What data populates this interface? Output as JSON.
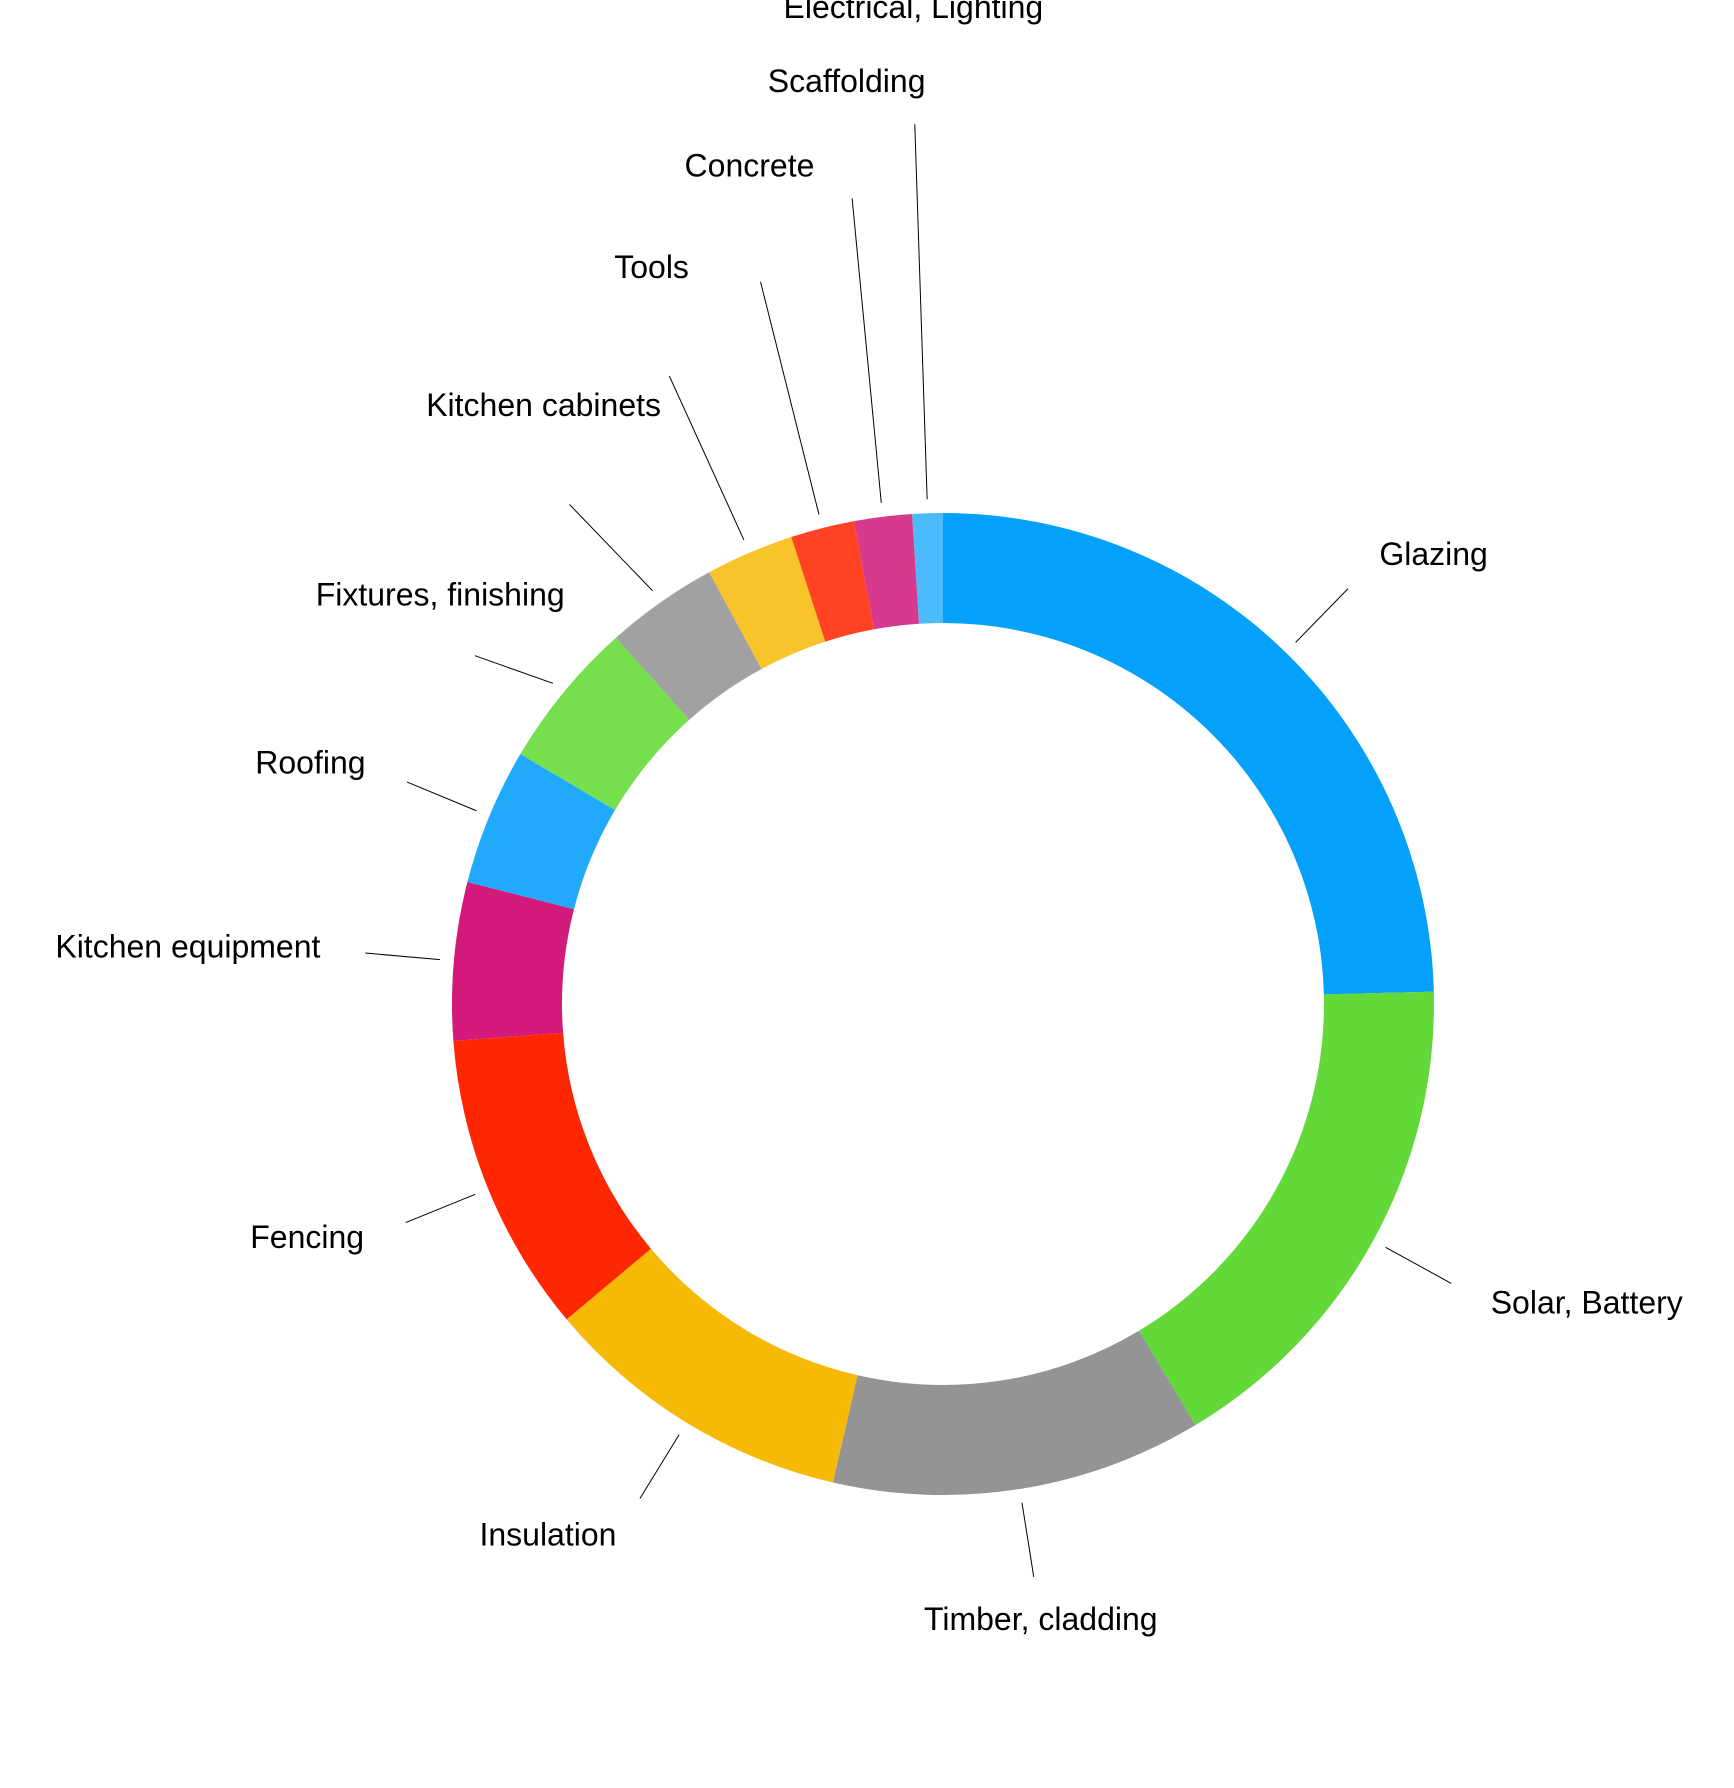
{
  "chart_data": {
    "type": "pie",
    "variant": "donut",
    "start": "12 o'clock",
    "direction": "clockwise",
    "legend": "none",
    "slices": [
      {
        "label": "Glazing",
        "value": 24.6,
        "color": "#03A1FA"
      },
      {
        "label": "Solar, Battery",
        "value": 16.8,
        "color": "#63D839"
      },
      {
        "label": "Timber, cladding",
        "value": 12.2,
        "color": "#949494"
      },
      {
        "label": "Insulation",
        "value": 10.3,
        "color": "#F6BA06"
      },
      {
        "label": "Fencing",
        "value": 9.9,
        "color": "#FF2602"
      },
      {
        "label": "Kitchen equipment",
        "value": 5.2,
        "color": "#D31A7A"
      },
      {
        "label": "Roofing",
        "value": 4.5,
        "color": "#21AAFC"
      },
      {
        "label": "Fixtures, finishing",
        "value": 4.9,
        "color": "#75DF4E"
      },
      {
        "label": "Kitchen cabinets",
        "value": 3.7,
        "color": "#A1A1A1"
      },
      {
        "label": "Tools",
        "value": 2.9,
        "color": "#F9C32B"
      },
      {
        "label": "Concrete",
        "value": 2.1,
        "color": "#FF4322"
      },
      {
        "label": "Scaffolding",
        "value": 1.9,
        "color": "#D73A8C"
      },
      {
        "label": "Electrical, Lighting",
        "value": 1.0,
        "color": "#4CBBFC"
      }
    ]
  }
}
